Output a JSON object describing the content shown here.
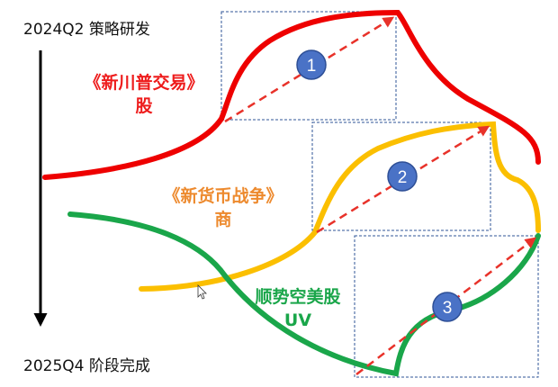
{
  "timeline": {
    "start_label": "2024Q2 策略研发",
    "end_label": "2025Q4 阶段完成"
  },
  "stories": [
    {
      "title": "《新川普交易》",
      "subtitle": "股",
      "color": "#ee1c1c"
    },
    {
      "title": "《新货币战争》",
      "subtitle": "商",
      "color": "#ed8a2e"
    },
    {
      "title": "顺势空美股",
      "subtitle": "UV",
      "color": "#1aa64a"
    }
  ],
  "curve_colors": {
    "red": "#ee0000",
    "yellow": "#fbbf00",
    "green": "#1aa64a",
    "arrow": "#e8322a",
    "box": "#2f5597",
    "badge_fill": "#4a72c6",
    "badge_stroke": "#2e4f96"
  },
  "badges": [
    "1",
    "2",
    "3"
  ]
}
